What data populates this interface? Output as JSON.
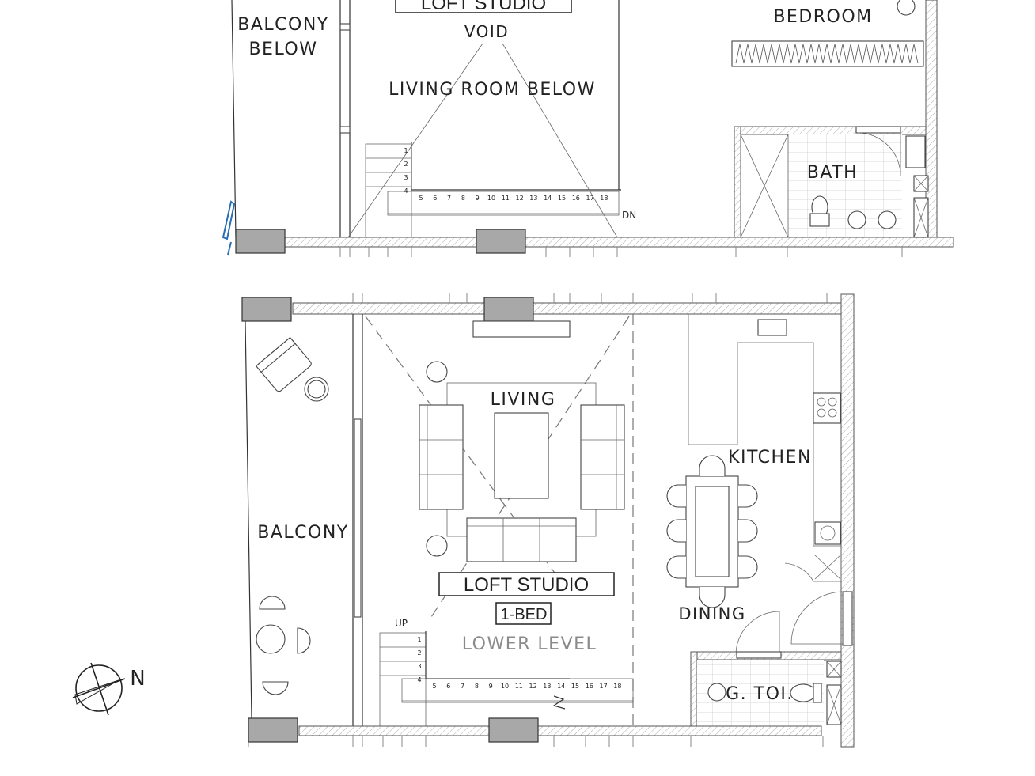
{
  "upper_floor": {
    "balcony_below": "BALCONY BELOW",
    "title_box": "LOFT STUDIO",
    "void": "VOID",
    "living_room_below": "LIVING ROOM BELOW",
    "bedroom": "BEDROOM",
    "bath": "BATH",
    "stair_down": "DN",
    "stair_numbers": [
      "1",
      "2",
      "3",
      "4",
      "5",
      "6",
      "7",
      "8",
      "9",
      "10",
      "11",
      "12",
      "13",
      "14",
      "15",
      "16",
      "17",
      "18"
    ]
  },
  "lower_floor": {
    "living": "LIVING",
    "kitchen": "KITCHEN",
    "balcony": "BALCONY",
    "dining": "DINING",
    "title_box": "LOFT STUDIO",
    "unit_type": "1-BED",
    "level": "LOWER LEVEL",
    "stair_up": "UP",
    "guest_toilet": "G. TOI.",
    "stair_numbers": [
      "1",
      "2",
      "3",
      "4",
      "5",
      "6",
      "7",
      "8",
      "9",
      "10",
      "11",
      "12",
      "13",
      "14",
      "15",
      "16",
      "17",
      "18"
    ]
  },
  "north_arrow": {
    "label": "N"
  },
  "colors": {
    "line": "#333333",
    "column_fill": "#a8a8a8",
    "wall_hatch": "#bbbbbb",
    "window_blue": "#2a6fb5"
  }
}
